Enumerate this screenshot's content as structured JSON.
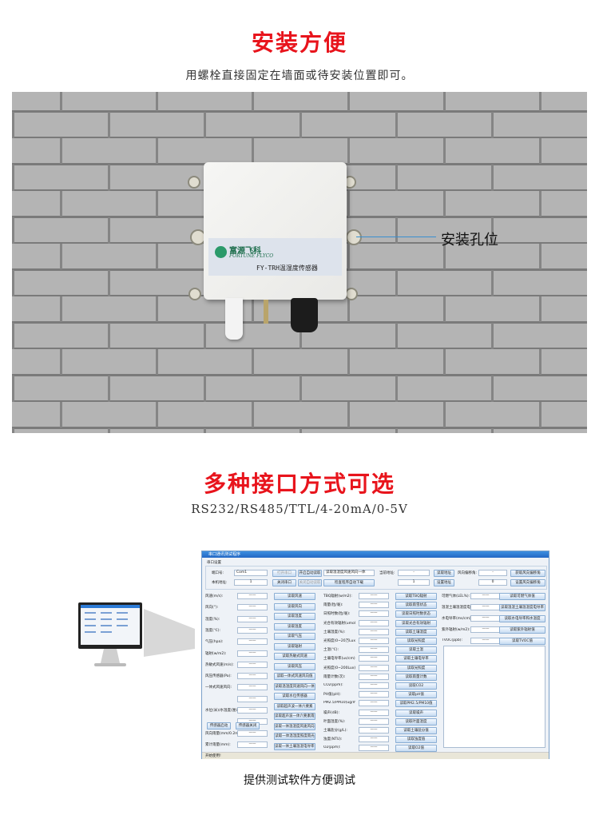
{
  "section1": {
    "title": "安装方便",
    "subtitle": "用螺栓直接固定在墙面或待安装位置即可。"
  },
  "device": {
    "brand_cn": "富源飞科",
    "brand_en": "FORTUNE FLYCO",
    "model": "FY-TRH温湿度传感器"
  },
  "callout": "安装孔位",
  "section2": {
    "title": "多种接口方式可选",
    "subtitle": "RS232/RS485/TTL/4-20mA/0-5V"
  },
  "software": {
    "title": "串口通讯测试程序",
    "group": "串口设置",
    "port_label": "端口号:",
    "port_value": "Com1",
    "local_addr_label": "本机地址:",
    "local_addr_value": "1",
    "open_port": "打开串口",
    "close_port": "关闭串口",
    "auto_start": "开启自动读取",
    "auto_stop": "关闭自动读取",
    "mode_select": "读取温湿度风速风向一体",
    "manual_download": "检查程序自动下载",
    "cur_addr_label": "当前地址:",
    "cur_addr_value": "-",
    "set_addr_value": "1",
    "read_addr": "读取地址",
    "set_addr": "设置地址",
    "angle_label": "风向偏移角:",
    "angle_value": "-",
    "angle_set_value": "0",
    "read_angle": "获取风向偏移角",
    "set_angle": "设置风向偏移角",
    "placeholder_value": "——",
    "col1_labels": [
      "风速(m/s):",
      "风向(°):",
      "湿度(%):",
      "温度(℃):",
      "气压(hpa):",
      "辐射(w/m2):",
      "热敏式风速(m/s):",
      "风压传感器(Pa):",
      "一体式风速风向:",
      "",
      "水位(米)/水温度(厘米):",
      "",
      "风向雨量(mm/0.2mm):",
      "累计雨量(mm):"
    ],
    "col1_buttons": [
      "读取风速",
      "读取风向",
      "读取湿度",
      "读取温度",
      "读取气压",
      "读取辐射",
      "读取热敏式风速",
      "读取风压",
      "读取一体式风速风向值",
      "读取温湿度风速风向一体",
      "读取水位传感器",
      "读取超声波一体六要素",
      "读取超声波一体六要素雨量累计",
      "读取一体温湿度风速风向辐射",
      "读取一体温湿度照度雨光",
      "读取一体土壤温湿电导率值"
    ],
    "col2_labels": [
      "TBQ辐射(w/m2):",
      "雨量(粒/毫):",
      "日照时数(粒/毫):",
      "光合有效辐射(umol/m2·s):",
      "土壤湿度(%):",
      "光照度(0~20万Lux):",
      "土温(℃):",
      "土壤电导率(us/cm):",
      "光照度(0~200Lux):",
      "雨量计数(次):",
      "CO2(ppm):",
      "PH值(pH):",
      "PM2.5/PM10(ug/m3):",
      "噪声(dB):",
      "叶面湿度(%):",
      "土壤盐分(g/L):",
      "浊度(NTU):",
      "O2(ppm):"
    ],
    "col2_buttons": [
      "读取TBQ辐射",
      "读取雨雪状态",
      "读取日照时数状态",
      "读取光合有效辐射",
      "读取土壤湿度",
      "读取光照度",
      "读取土温",
      "读取土壤电导率",
      "读取光照度",
      "读取雨量计数",
      "读取CO2",
      "读取pH值",
      "读取PM2.5/PM10值",
      "读取噪声",
      "读取叶面湿度",
      "读取土壤盐分值",
      "读取浊度值",
      "读取O2值"
    ],
    "col3_labels": [
      "可燃气体(LEL%):",
      "温湿土壤温湿度电导率(%/℃/us):",
      "水电导率(ms/cm):",
      "紫外辐射(w/m2):",
      "TVOC(ppb):"
    ],
    "col3_buttons": [
      "读取可燃气体值",
      "读取温湿土壤温湿度电导率",
      "读取水电导率和水温度",
      "读取紫外辐射值",
      "读取TVOC值"
    ],
    "sensor_open": "传感器启动",
    "sensor_close": "传感器关闭",
    "status": "开始使用!"
  },
  "caption": "提供测试软件方便调试",
  "colors": {
    "accent": "#e8141c",
    "callout_line": "#3a8fd0"
  }
}
